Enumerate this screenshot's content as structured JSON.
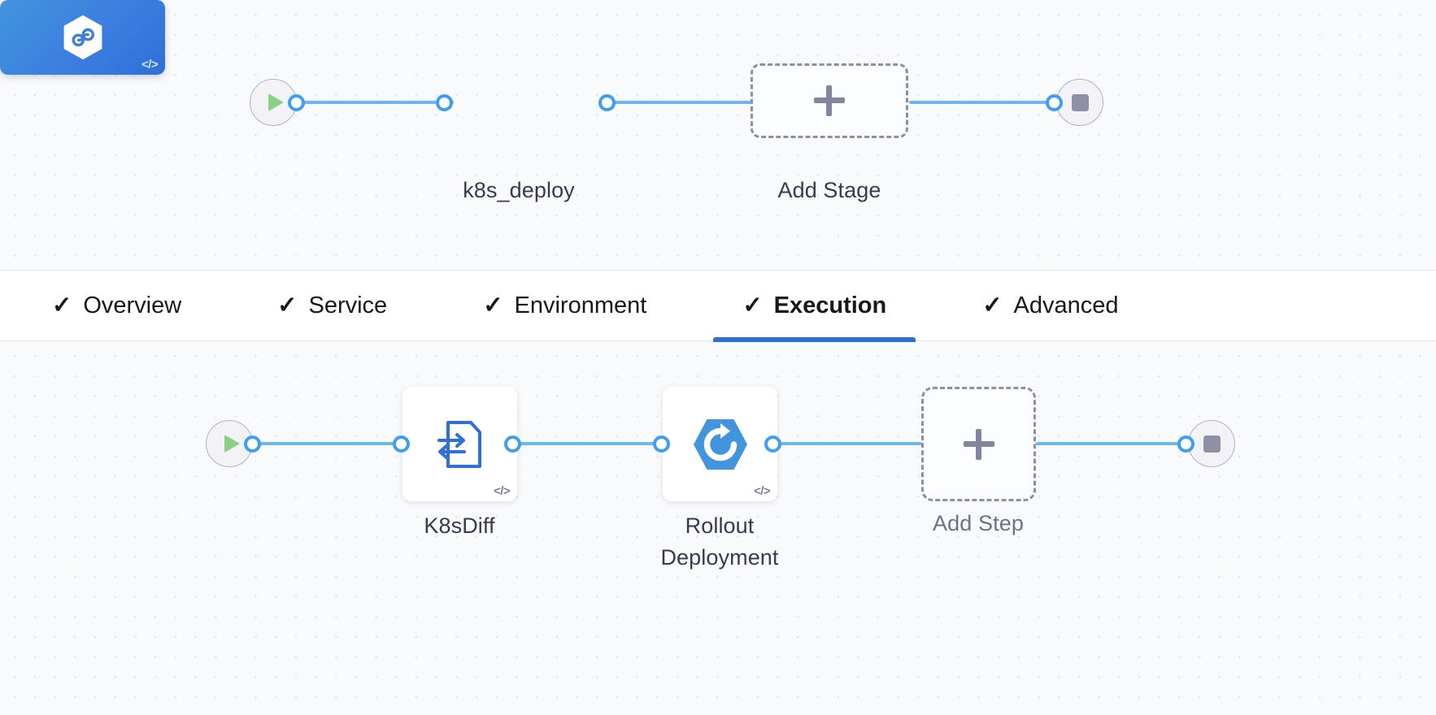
{
  "theme": {
    "accent": "#2f6fd8",
    "edge_color": "#6fb6ef",
    "port_color": "#3f9ef2",
    "stage_node_color": "#3c7fe0",
    "canvas_bg": "#f9fafc",
    "start_icon_color": "#89d185",
    "end_icon_color": "#8e90a8",
    "dashed_border_color": "#8b8fa8"
  },
  "stage_canvas": {
    "start_node": {
      "name": "pipeline-start",
      "icon": "play-icon"
    },
    "end_node": {
      "name": "pipeline-end",
      "icon": "stop-icon"
    },
    "stages": [
      {
        "label": "k8s_deploy",
        "icon": "harness-cd-hexagon-icon",
        "badge": "</>",
        "selected": true
      }
    ],
    "add_stage": {
      "label": "Add Stage",
      "icon": "plus-icon"
    }
  },
  "tabs": [
    {
      "label": "Overview",
      "check": "✓",
      "active": false
    },
    {
      "label": "Service",
      "check": "✓",
      "active": false
    },
    {
      "label": "Environment",
      "check": "✓",
      "active": false
    },
    {
      "label": "Execution",
      "check": "✓",
      "active": true
    },
    {
      "label": "Advanced",
      "check": "✓",
      "active": false
    }
  ],
  "execution_canvas": {
    "start_node": {
      "name": "execution-start",
      "icon": "play-icon"
    },
    "end_node": {
      "name": "execution-end",
      "icon": "stop-icon"
    },
    "steps": [
      {
        "label": "K8sDiff",
        "icon": "file-diff-icon",
        "badge": "</>"
      },
      {
        "label": "Rollout\nDeployment",
        "icon": "rollout-hexagon-icon",
        "badge": "</>"
      }
    ],
    "add_step": {
      "label": "Add Step",
      "icon": "plus-icon"
    }
  }
}
